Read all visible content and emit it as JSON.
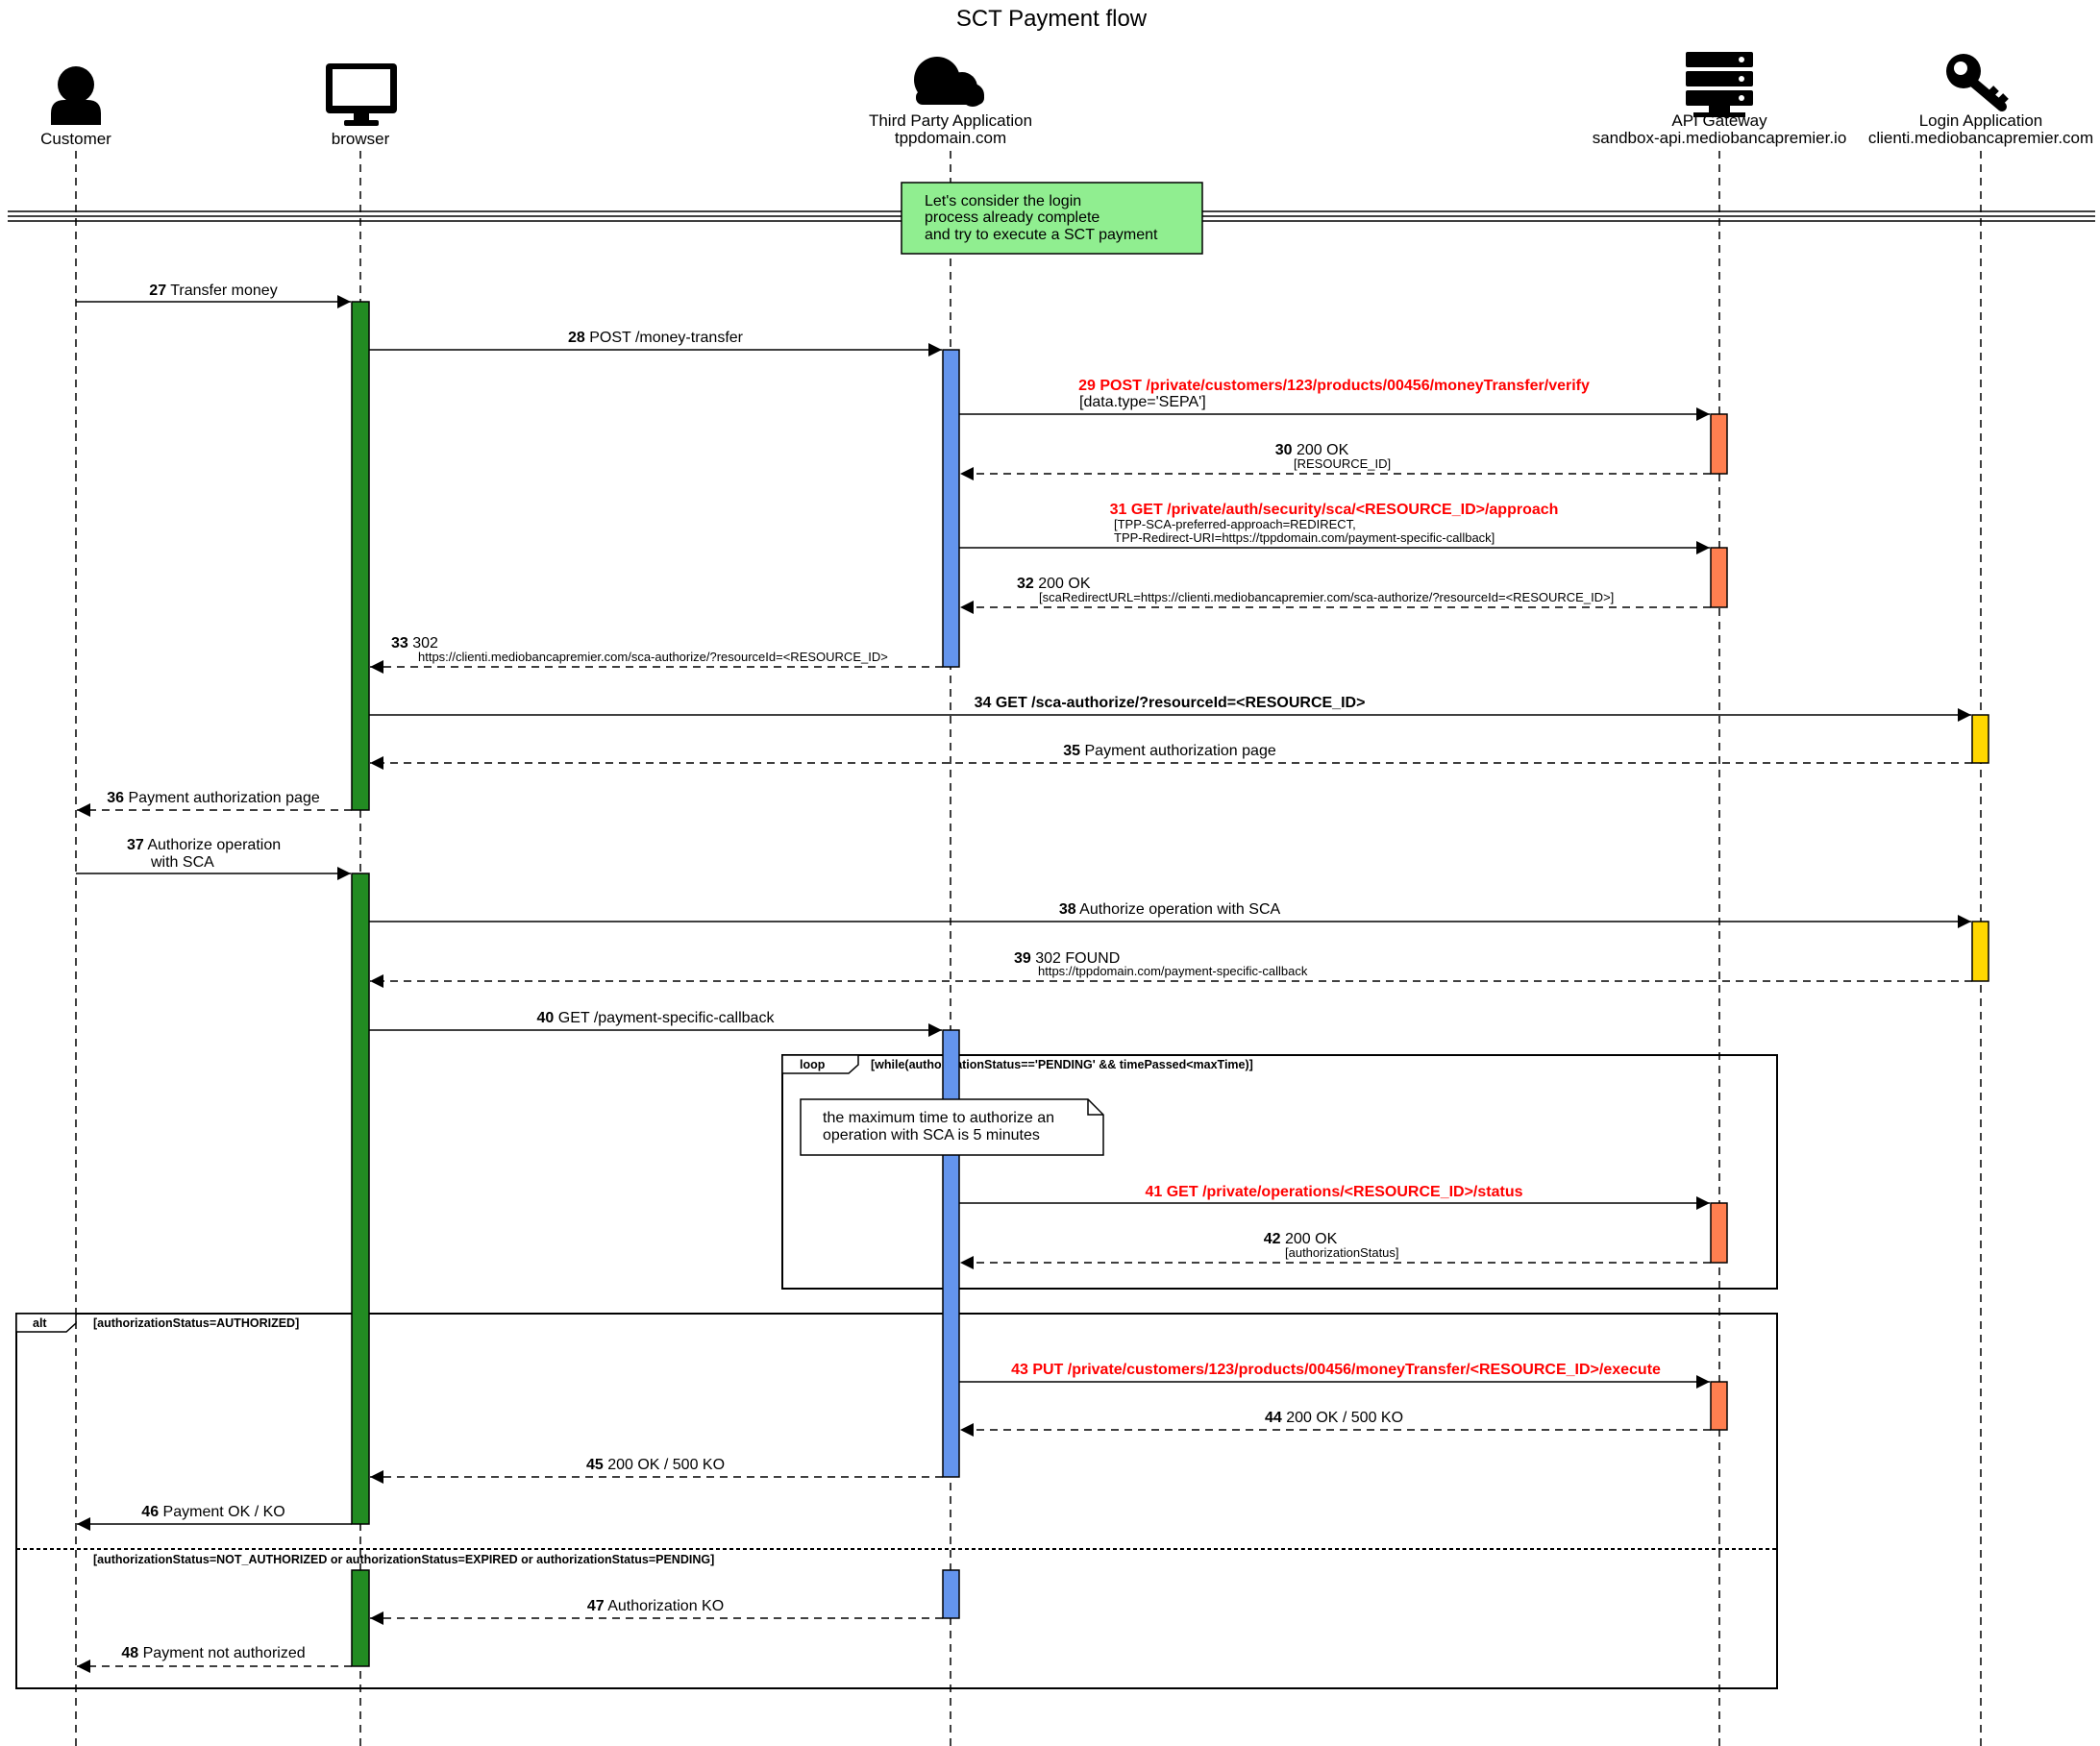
{
  "title": "SCT Payment flow",
  "participants": [
    {
      "id": "customer",
      "icon": "person-icon",
      "name": "Customer",
      "subtitle": ""
    },
    {
      "id": "browser",
      "icon": "monitor-icon",
      "name": "browser",
      "subtitle": ""
    },
    {
      "id": "tpp",
      "icon": "cloud-icon",
      "name": "Third Party Application",
      "subtitle": "tppdomain.com"
    },
    {
      "id": "gateway",
      "icon": "server-icon",
      "name": "API Gateway",
      "subtitle": "sandbox-api.mediobancapremier.io"
    },
    {
      "id": "login",
      "icon": "key-icon",
      "name": "Login Application",
      "subtitle": "clienti.mediobancapremier.com"
    }
  ],
  "divider_note": {
    "lines": [
      "Let's consider the login",
      "process already complete",
      "and try to execute a SCT payment"
    ],
    "color": "#90ee90"
  },
  "messages": [
    {
      "num": "27",
      "label": "Transfer money",
      "from": "customer",
      "to": "browser",
      "type": "sync"
    },
    {
      "num": "28",
      "label": "POST /money-transfer",
      "from": "browser",
      "to": "tpp",
      "type": "sync"
    },
    {
      "num": "29",
      "label": "POST /private/customers/123/products/00456/moneyTransfer/verify",
      "from": "tpp",
      "to": "gateway",
      "type": "sync",
      "style": "red",
      "details": [
        "[data.type='SEPA']"
      ]
    },
    {
      "num": "30",
      "label": "200 OK",
      "from": "gateway",
      "to": "tpp",
      "type": "return",
      "details": [
        "[RESOURCE_ID]"
      ]
    },
    {
      "num": "31",
      "label": "GET /private/auth/security/sca/<RESOURCE_ID>/approach",
      "from": "tpp",
      "to": "gateway",
      "type": "sync",
      "style": "red",
      "details": [
        "[TPP-SCA-preferred-approach=REDIRECT,",
        "TPP-Redirect-URI=https://tppdomain.com/payment-specific-callback]"
      ]
    },
    {
      "num": "32",
      "label": "200 OK",
      "from": "gateway",
      "to": "tpp",
      "type": "return",
      "details": [
        "[scaRedirectURL=https://clienti.mediobancapremier.com/sca-authorize/?resourceId=<RESOURCE_ID>]"
      ]
    },
    {
      "num": "33",
      "label": "302",
      "from": "tpp",
      "to": "browser",
      "type": "return",
      "details": [
        "https://clienti.mediobancapremier.com/sca-authorize/?resourceId=<RESOURCE_ID>"
      ]
    },
    {
      "num": "34",
      "label": "GET /sca-authorize/?resourceId=<RESOURCE_ID>",
      "from": "browser",
      "to": "login",
      "type": "sync",
      "style": "bold"
    },
    {
      "num": "35",
      "label": "Payment authorization page",
      "from": "login",
      "to": "browser",
      "type": "return"
    },
    {
      "num": "36",
      "label": "Payment authorization page",
      "from": "browser",
      "to": "customer",
      "type": "return"
    },
    {
      "num": "37",
      "label": "Authorize operation",
      "label2": "with SCA",
      "from": "customer",
      "to": "browser",
      "type": "sync"
    },
    {
      "num": "38",
      "label": "Authorize operation with SCA",
      "from": "browser",
      "to": "login",
      "type": "sync"
    },
    {
      "num": "39",
      "label": "302 FOUND",
      "from": "login",
      "to": "browser",
      "type": "return",
      "details": [
        "https://tppdomain.com/payment-specific-callback"
      ]
    },
    {
      "num": "40",
      "label": "GET /payment-specific-callback",
      "from": "browser",
      "to": "tpp",
      "type": "sync"
    },
    {
      "num": "41",
      "label": "GET /private/operations/<RESOURCE_ID>/status",
      "from": "tpp",
      "to": "gateway",
      "type": "sync",
      "style": "red"
    },
    {
      "num": "42",
      "label": "200 OK",
      "from": "gateway",
      "to": "tpp",
      "type": "return",
      "details": [
        "[authorizationStatus]"
      ]
    },
    {
      "num": "43",
      "label": "PUT /private/customers/123/products/00456/moneyTransfer/<RESOURCE_ID>/execute",
      "from": "tpp",
      "to": "gateway",
      "type": "sync",
      "style": "red"
    },
    {
      "num": "44",
      "label": "200 OK / 500 KO",
      "from": "gateway",
      "to": "tpp",
      "type": "return"
    },
    {
      "num": "45",
      "label": "200 OK / 500 KO",
      "from": "tpp",
      "to": "browser",
      "type": "return"
    },
    {
      "num": "46",
      "label": "Payment OK / KO",
      "from": "browser",
      "to": "customer",
      "type": "sync"
    },
    {
      "num": "47",
      "label": "Authorization KO",
      "from": "tpp",
      "to": "browser",
      "type": "return"
    },
    {
      "num": "48",
      "label": "Payment not authorized",
      "from": "browser",
      "to": "customer",
      "type": "return"
    }
  ],
  "loop": {
    "keyword": "loop",
    "condition": "[while(authorizationStatus=='PENDING' && timePassed<maxTime)]",
    "note": [
      "the maximum time to authorize an",
      "operation with SCA is 5 minutes"
    ]
  },
  "alt": {
    "keyword": "alt",
    "condition1": "[authorizationStatus=AUTHORIZED]",
    "condition2": "[authorizationStatus=NOT_AUTHORIZED or authorizationStatus=EXPIRED or authorizationStatus=PENDING]"
  },
  "colors": {
    "browser_activation": "#228b22",
    "tpp_activation": "#6495ed",
    "gateway_activation": "#ff7f50",
    "login_activation": "#ffd700",
    "red_message": "#ff0000"
  }
}
